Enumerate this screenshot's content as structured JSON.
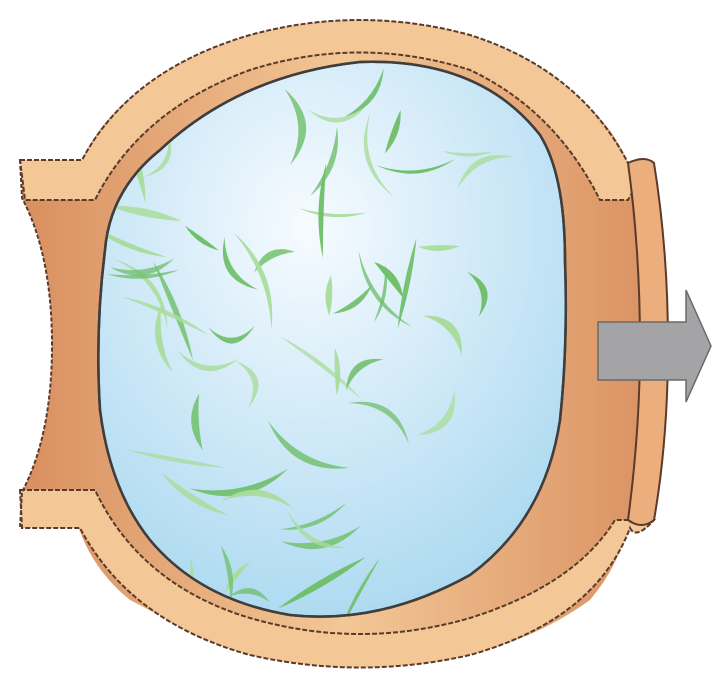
{
  "diagram": {
    "subject": "vessel-with-bulging-mass",
    "colors": {
      "wall_light": "#f3c796",
      "wall_mid": "#ebae7c",
      "wall_shadow": "#d98f60",
      "wall_outline": "#5a3a2a",
      "lumen_center": "#f7fbff",
      "lumen_edge": "#a9d8f0",
      "fiber_light": "#a9dd9c",
      "fiber_dark": "#6fbf6a",
      "arrow_fill": "#a4a4a6",
      "arrow_outline": "#6a6a6a"
    },
    "arrow": {
      "direction": "right",
      "meaning": "flow-direction"
    },
    "fiber_count": 60
  }
}
